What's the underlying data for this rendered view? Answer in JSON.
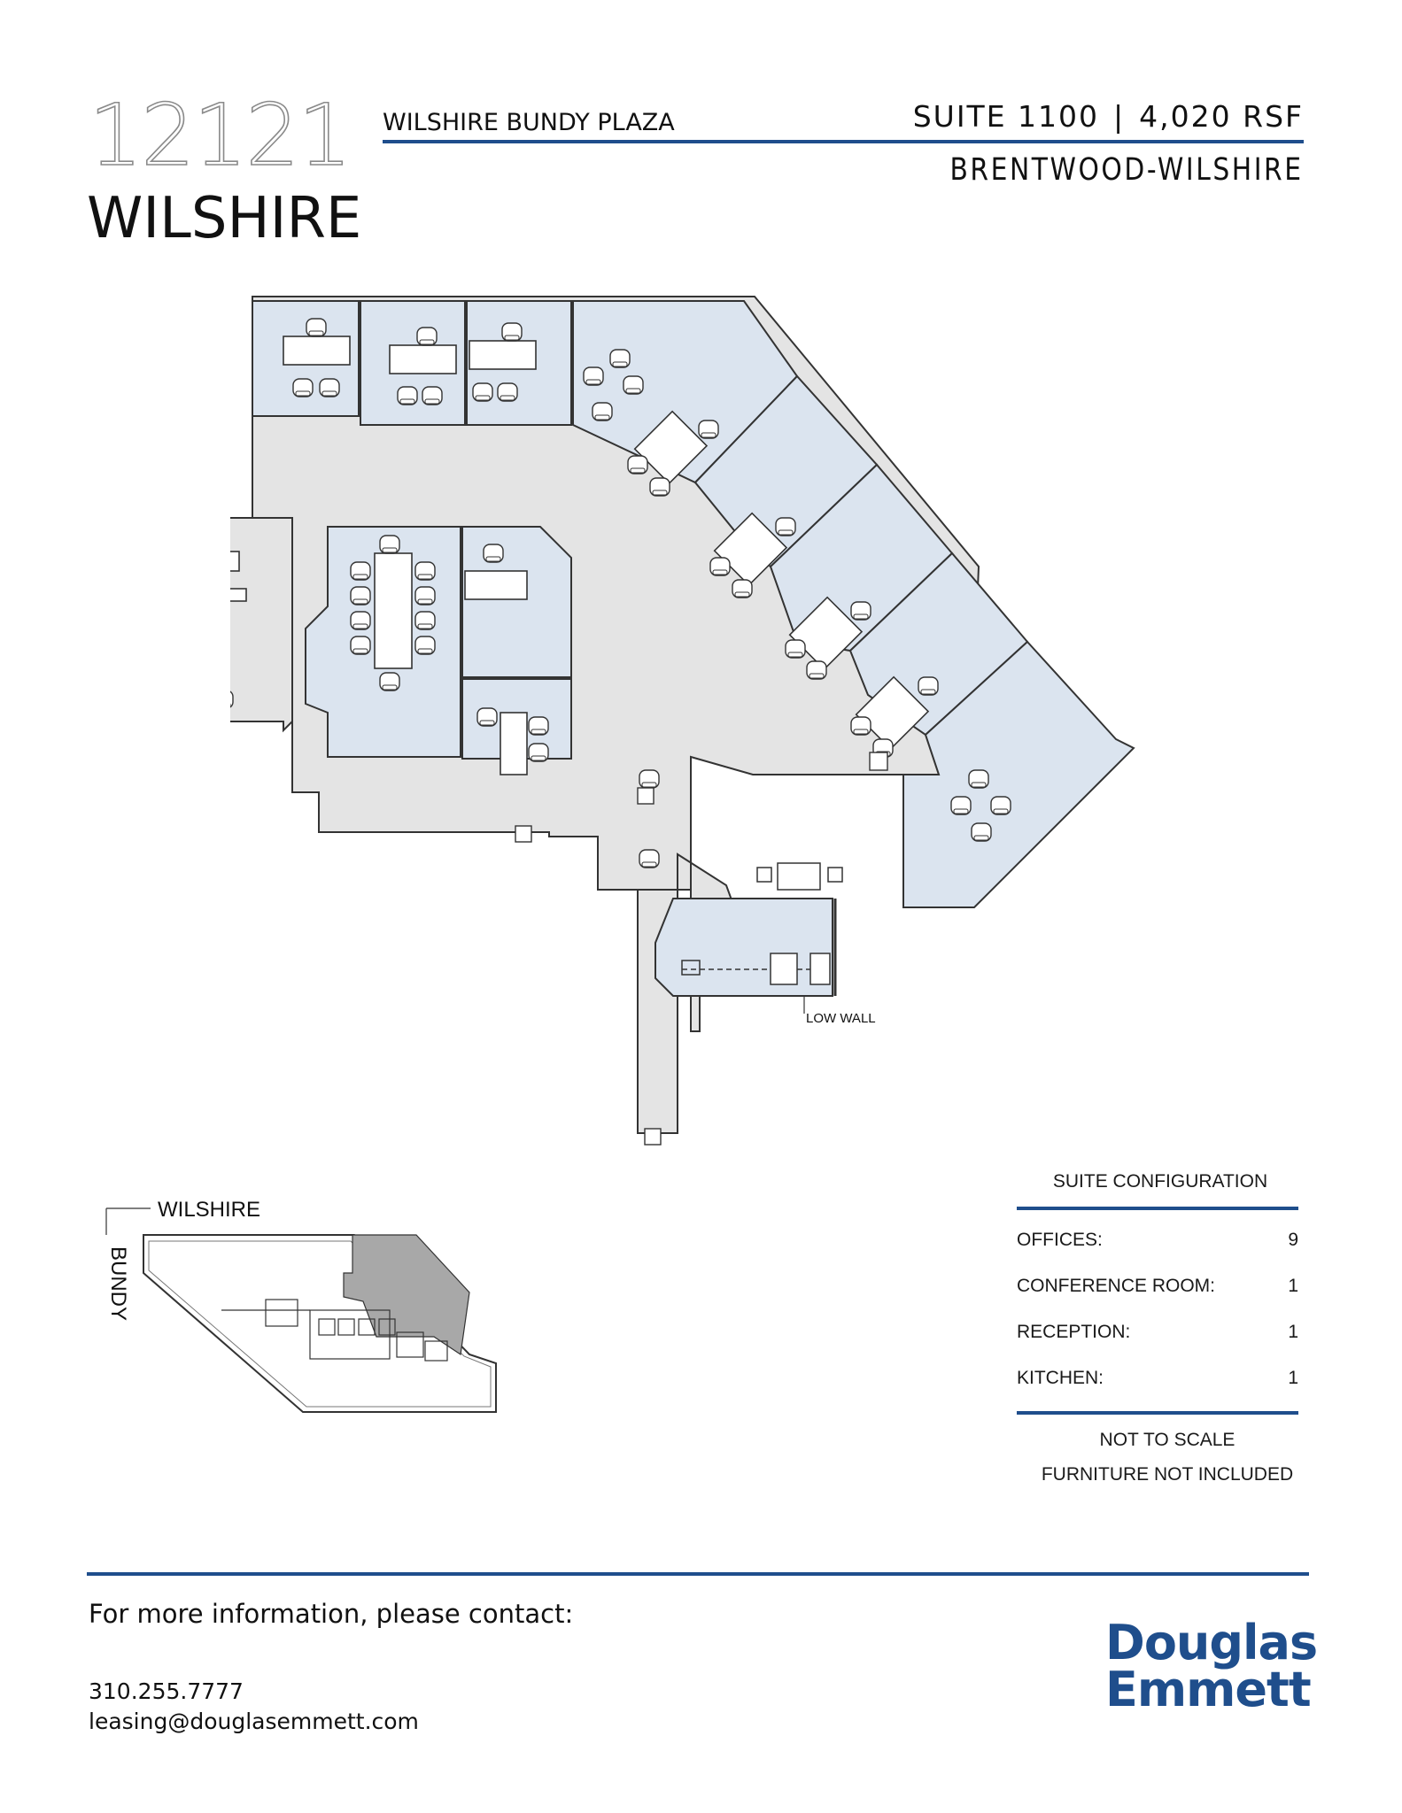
{
  "header": {
    "building_number": "12121",
    "building_street": "WILSHIRE",
    "building_name": "WILSHIRE BUNDY PLAZA",
    "suite": "SUITE 1100",
    "separator": "|",
    "rsf": "4,020 RSF",
    "submarket": "BRENTWOOD-WILSHIRE"
  },
  "floorplan": {
    "low_wall_label": "LOW WALL",
    "fill_office": "#dbe4ef",
    "fill_common": "#e4e4e4"
  },
  "keyplan": {
    "street_top": "WILSHIRE",
    "street_side": "BUNDY",
    "highlight_color": "#a8a8a8"
  },
  "suite_configuration": {
    "title": "SUITE CONFIGURATION",
    "rows": [
      {
        "label": "OFFICES:",
        "value": "9"
      },
      {
        "label": "CONFERENCE ROOM:",
        "value": "1"
      },
      {
        "label": "RECEPTION:",
        "value": "1"
      },
      {
        "label": "KITCHEN:",
        "value": "1"
      }
    ],
    "notes": [
      "NOT TO SCALE",
      "FURNITURE NOT INCLUDED"
    ]
  },
  "contact": {
    "heading": "For more information, please contact:",
    "phone": "310.255.7777",
    "email": "leasing@douglasemmett.com"
  },
  "logo": {
    "line1": "Douglas",
    "line2": "Emmett",
    "color": "#1f4e8c"
  },
  "accent_color": "#1f4e8c"
}
